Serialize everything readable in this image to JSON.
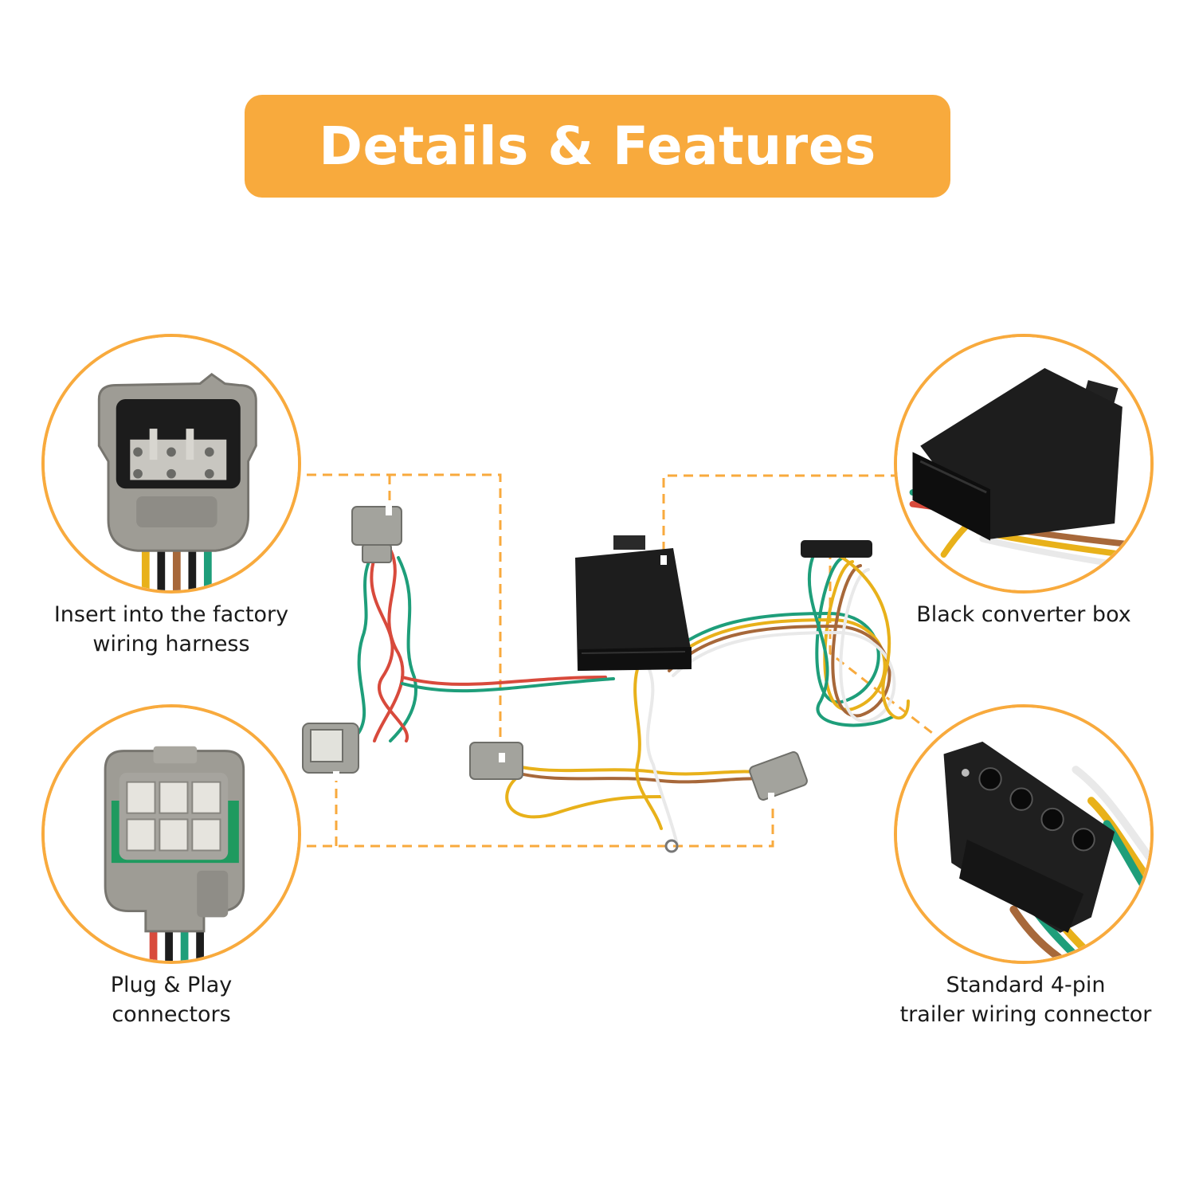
{
  "header": {
    "title": "Details & Features"
  },
  "callouts": {
    "factory_harness": {
      "line1": "Insert into the factory",
      "line2": "wiring harness"
    },
    "plug_play": {
      "line1": "Plug & Play",
      "line2": "connectors"
    },
    "converter_box": {
      "line1": "Black converter box"
    },
    "four_pin": {
      "line1": "Standard 4-pin",
      "line2": "trailer wiring connector"
    }
  },
  "colors": {
    "accent": "#f8aa3d",
    "connector_gray": "#9a9a94",
    "box_black": "#1d1d1d",
    "wire_green": "#1e9e7a",
    "wire_red": "#d84a3c",
    "wire_yellow": "#e8b11a",
    "wire_brown": "#a7683a",
    "wire_white": "#e9e9e9"
  },
  "icons": {
    "banner": "none",
    "callout_factory_harness": "male-6-pin-connector-icon",
    "callout_plug_play": "female-6-pin-connector-icon",
    "callout_converter_box": "black-converter-box-icon",
    "callout_four_pin": "four-pin-flat-connector-icon"
  }
}
